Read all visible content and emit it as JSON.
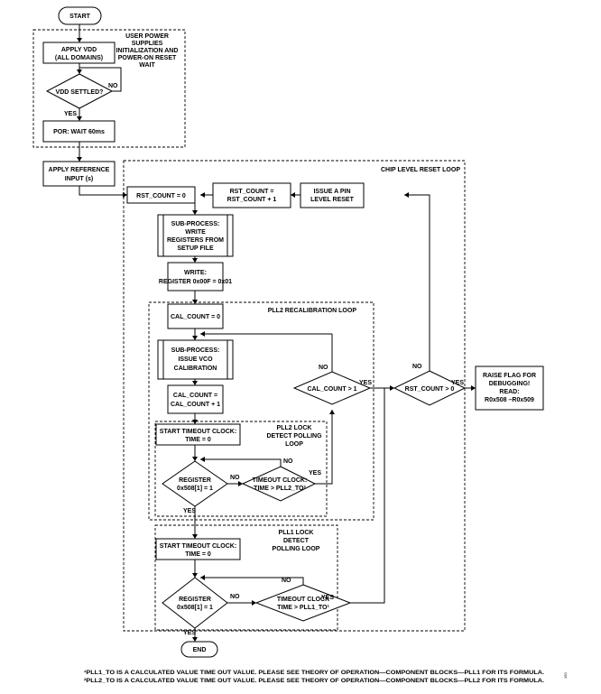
{
  "diagram": {
    "nodes": {
      "start": "START",
      "apply_vdd": [
        "APPLY VDD",
        "(ALL DOMAINS)"
      ],
      "vdd_settled": "VDD SETTLED?",
      "por_wait": "POR: WAIT 60ms",
      "apply_ref": [
        "APPLY REFERENCE",
        "INPUT (s)"
      ],
      "rst_count_init": "RST_COUNT = 0",
      "rst_count_inc": [
        "RST_COUNT =",
        "RST_COUNT + 1"
      ],
      "pin_reset": [
        "ISSUE A PIN",
        "LEVEL RESET"
      ],
      "subprocess_write": [
        "SUB-PROCESS:",
        "WRITE",
        "REGISTERS FROM",
        "SETUP FILE"
      ],
      "write_reg": [
        "WRITE:",
        "REGISTER 0x00F = 0x01"
      ],
      "cal_count_init": "CAL_COUNT = 0",
      "subprocess_vco": [
        "SUB-PROCESS:",
        "ISSUE VCO",
        "CALIBRATION"
      ],
      "cal_count_inc": [
        "CAL_COUNT =",
        "CAL_COUNT + 1"
      ],
      "start_timeout_1": [
        "START TIMEOUT CLOCK:",
        "TIME = 0"
      ],
      "reg_check_1": [
        "REGISTER",
        "0x508[1] = 1"
      ],
      "timeout_pll2": [
        "TIMEOUT CLOCK:",
        "TIME > PLL2_TO²"
      ],
      "cal_count_check": "CAL_COUNT > 1",
      "rst_count_check": "RST_COUNT > 0",
      "raise_flag": [
        "RAISE FLAG FOR",
        "DEBUGGING!",
        "READ:",
        "R0x508 –R0x509"
      ],
      "start_timeout_2": [
        "START TIMEOUT CLOCK:",
        "TIME = 0"
      ],
      "reg_check_2": [
        "REGISTER",
        "0x508[1] = 1"
      ],
      "timeout_pll1": [
        "TIMEOUT CLOCK",
        "TIME > PLL1_TO¹"
      ],
      "end": "END"
    },
    "loops": {
      "power": [
        "USER POWER",
        "SUPPLIES",
        "INITIALIZATION AND",
        "POWER-ON RESET",
        "WAIT"
      ],
      "chip_reset": "CHIP LEVEL RESET LOOP",
      "pll2_recal": "PLL2 RECALIBRATION LOOP",
      "pll2_lock": [
        "PLL2 LOCK",
        "DETECT POLLING",
        "LOOP"
      ],
      "pll1_lock": [
        "PLL1 LOCK",
        "DETECT",
        "POLLING LOOP"
      ]
    },
    "edge_labels": {
      "yes": "YES",
      "no": "NO"
    },
    "footnotes": [
      "¹PLL1_TO IS A CALCULATED VALUE TIME OUT VALUE. PLEASE SEE THEORY OF OPERATION—COMPONENT BLOCKS—PLL1 FOR ITS FORMULA.",
      "²PLL2_TO IS A CALCULATED VALUE TIME OUT VALUE. PLEASE SEE THEORY OF OPERATION—COMPONENT BLOCKS—PLL2 FOR ITS FORMULA."
    ],
    "figure_code": "150"
  }
}
